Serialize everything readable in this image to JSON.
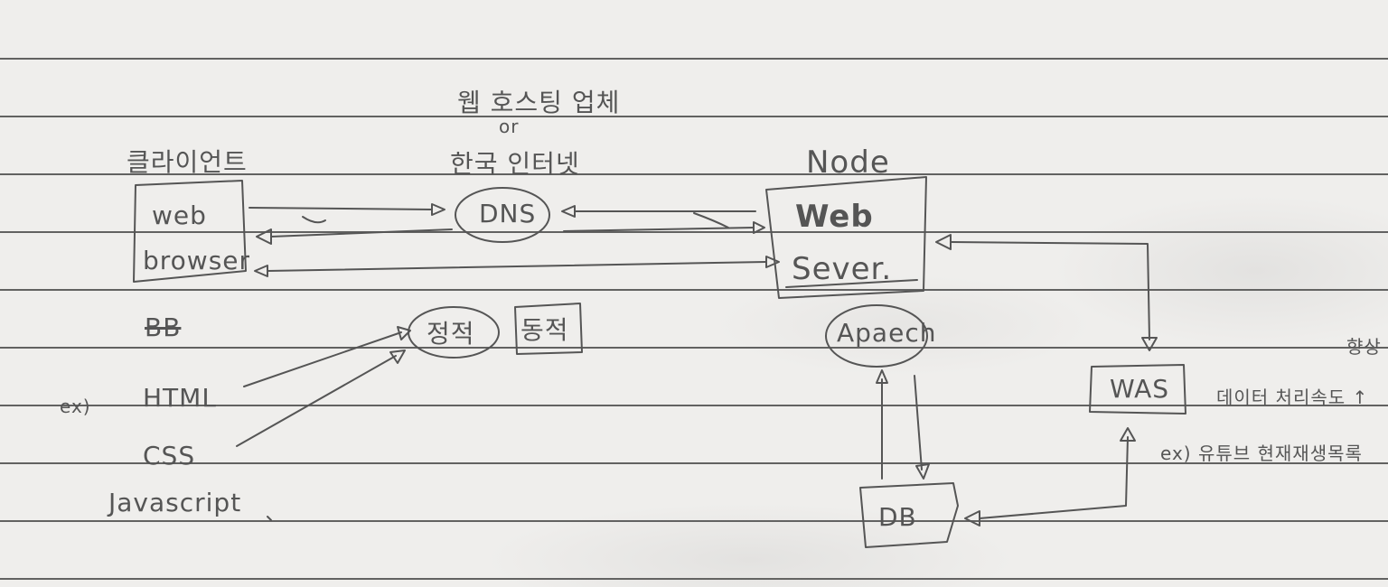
{
  "note": {
    "labels": {
      "web_hosting": "웹 호스팅 업체",
      "or": "or",
      "korea_internet": "한국 인터넷",
      "client": "클라이언트",
      "web": "web",
      "browser": "browser",
      "dns": "DNS",
      "node": "Node",
      "web_server_line1": "Web",
      "web_server_line2": "Sever.",
      "apache": "Apaech",
      "static": "정적",
      "dynamic": "동적",
      "struck_text": "BB",
      "ex_left": "ex)",
      "html": "HTML",
      "css": "CSS",
      "javascript": "Javascript",
      "was": "WAS",
      "was_note": "데이터 처리속도 ↑",
      "was_example": "ex) 유튜브 현재재생목록",
      "edge_text": "향상"
    },
    "ink_color": "#555555",
    "paper_color": "#efeeec"
  }
}
